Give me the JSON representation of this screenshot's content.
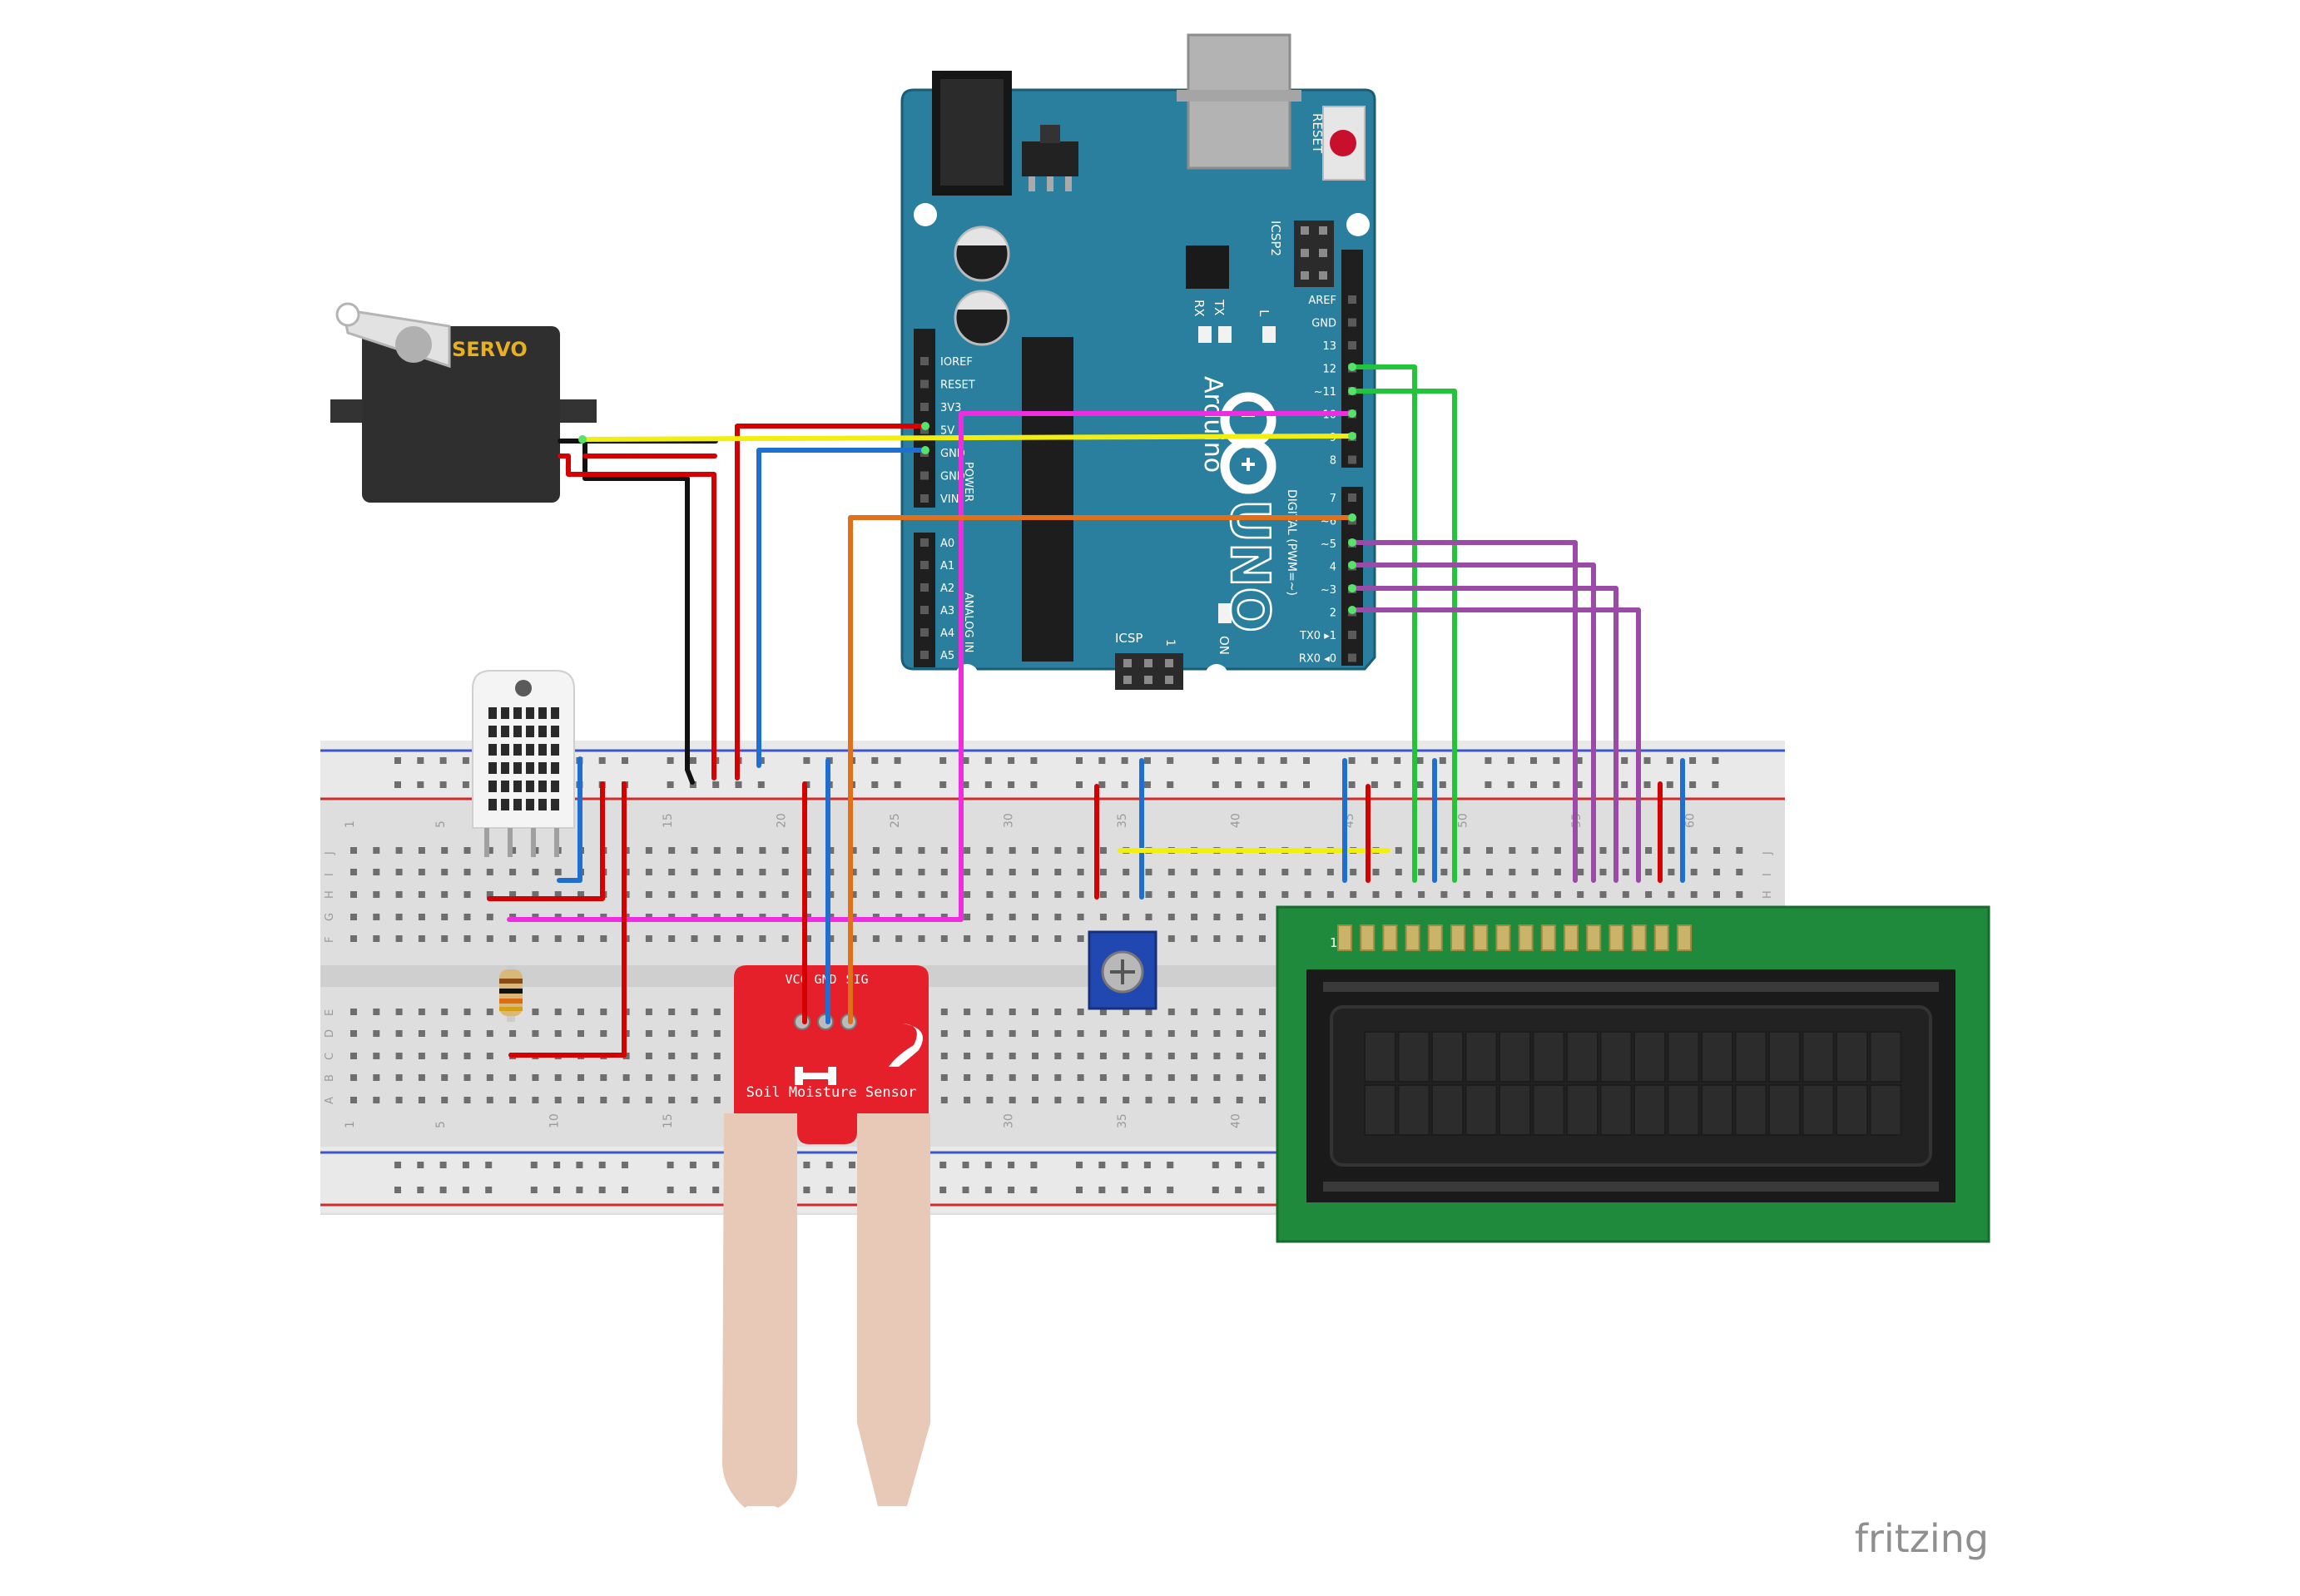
{
  "servo": {
    "label": "SERVO"
  },
  "arduino": {
    "logo_text": "Arduino",
    "model_text": "UNO",
    "reset_label": "RESET",
    "icsp2_label": "ICSP2",
    "icsp_label": "ICSP",
    "icsp_pin1": "1",
    "led_labels": {
      "tx": "TX",
      "rx": "RX",
      "l": "L",
      "on": "ON"
    },
    "power_section_label": "POWER",
    "analog_section_label": "ANALOG IN",
    "digital_section_label": "DIGITAL (PWM=~)",
    "left_power_pins": [
      "IOREF",
      "RESET",
      "3V3",
      "5V",
      "GND",
      "GND",
      "VIN"
    ],
    "left_analog_pins": [
      "A0",
      "A1",
      "A2",
      "A3",
      "A4",
      "A5"
    ],
    "right_header_top": [
      "AREF",
      "GND",
      "13",
      "12",
      "~11",
      "~10",
      "~9",
      "8"
    ],
    "right_header_bottom": [
      "7",
      "~6",
      "~5",
      "4",
      "~3",
      "2",
      "TX0 ▸1",
      "RX0 ◂0"
    ]
  },
  "breadboard": {
    "column_numbers": [
      "1",
      "5",
      "10",
      "15",
      "20",
      "25",
      "30",
      "35",
      "40",
      "45",
      "50",
      "55",
      "60"
    ],
    "row_letters_top": [
      "J",
      "I",
      "H",
      "G",
      "F"
    ],
    "row_letters_bottom": [
      "E",
      "D",
      "C",
      "B",
      "A"
    ]
  },
  "soil_sensor": {
    "title": "Soil Moisture Sensor",
    "pins": [
      "VCC",
      "GND",
      "SIG"
    ]
  },
  "lcd": {
    "pin1_label": "1"
  },
  "watermark": "fritzing",
  "colors": {
    "arduino_blue": "#2a7f9e",
    "breadboard": "#dcdcdc",
    "lcd_green": "#1f8a3c",
    "soil_red": "#e5202a",
    "wire_red": "#d50000",
    "wire_black": "#111111",
    "wire_blue": "#1f6fd1",
    "wire_yellow": "#f2ef10",
    "wire_orange": "#e0701a",
    "wire_pink": "#ee2de0",
    "wire_green": "#23c33a",
    "wire_purple": "#9b4aa8"
  }
}
